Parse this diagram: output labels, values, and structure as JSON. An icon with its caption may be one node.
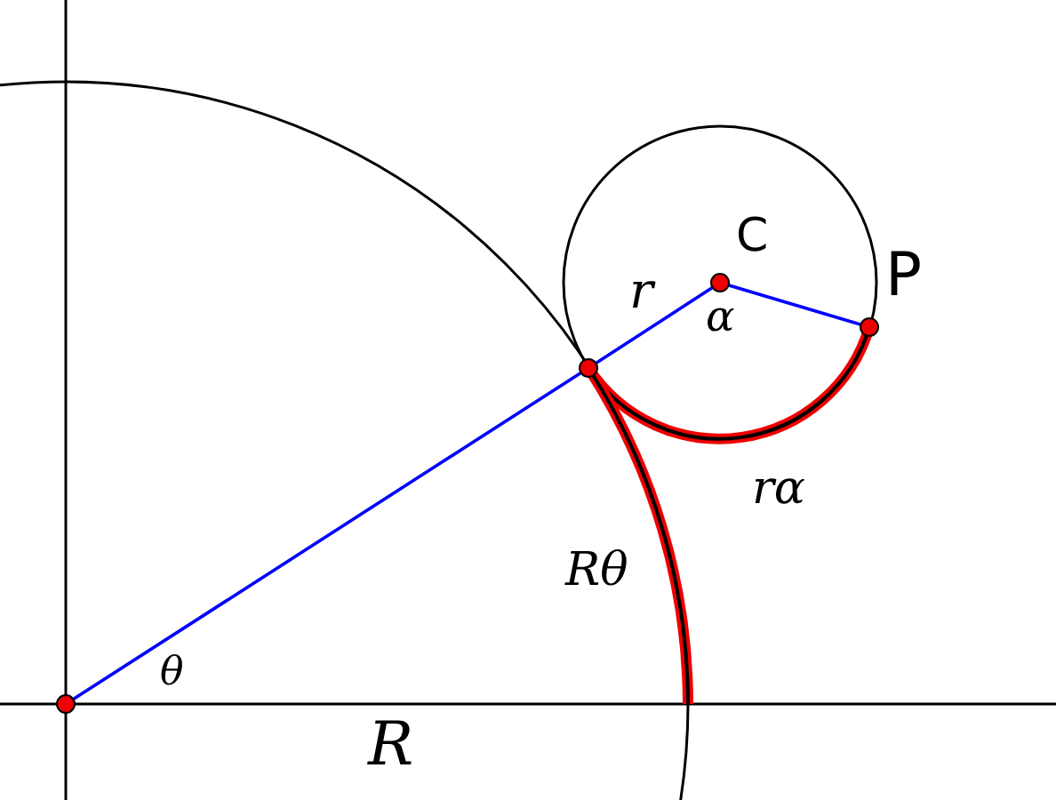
{
  "diagram": {
    "labels": [
      "C",
      "P",
      "r",
      "α",
      "rα",
      "Rθ",
      "θ",
      "R"
    ]
  }
}
